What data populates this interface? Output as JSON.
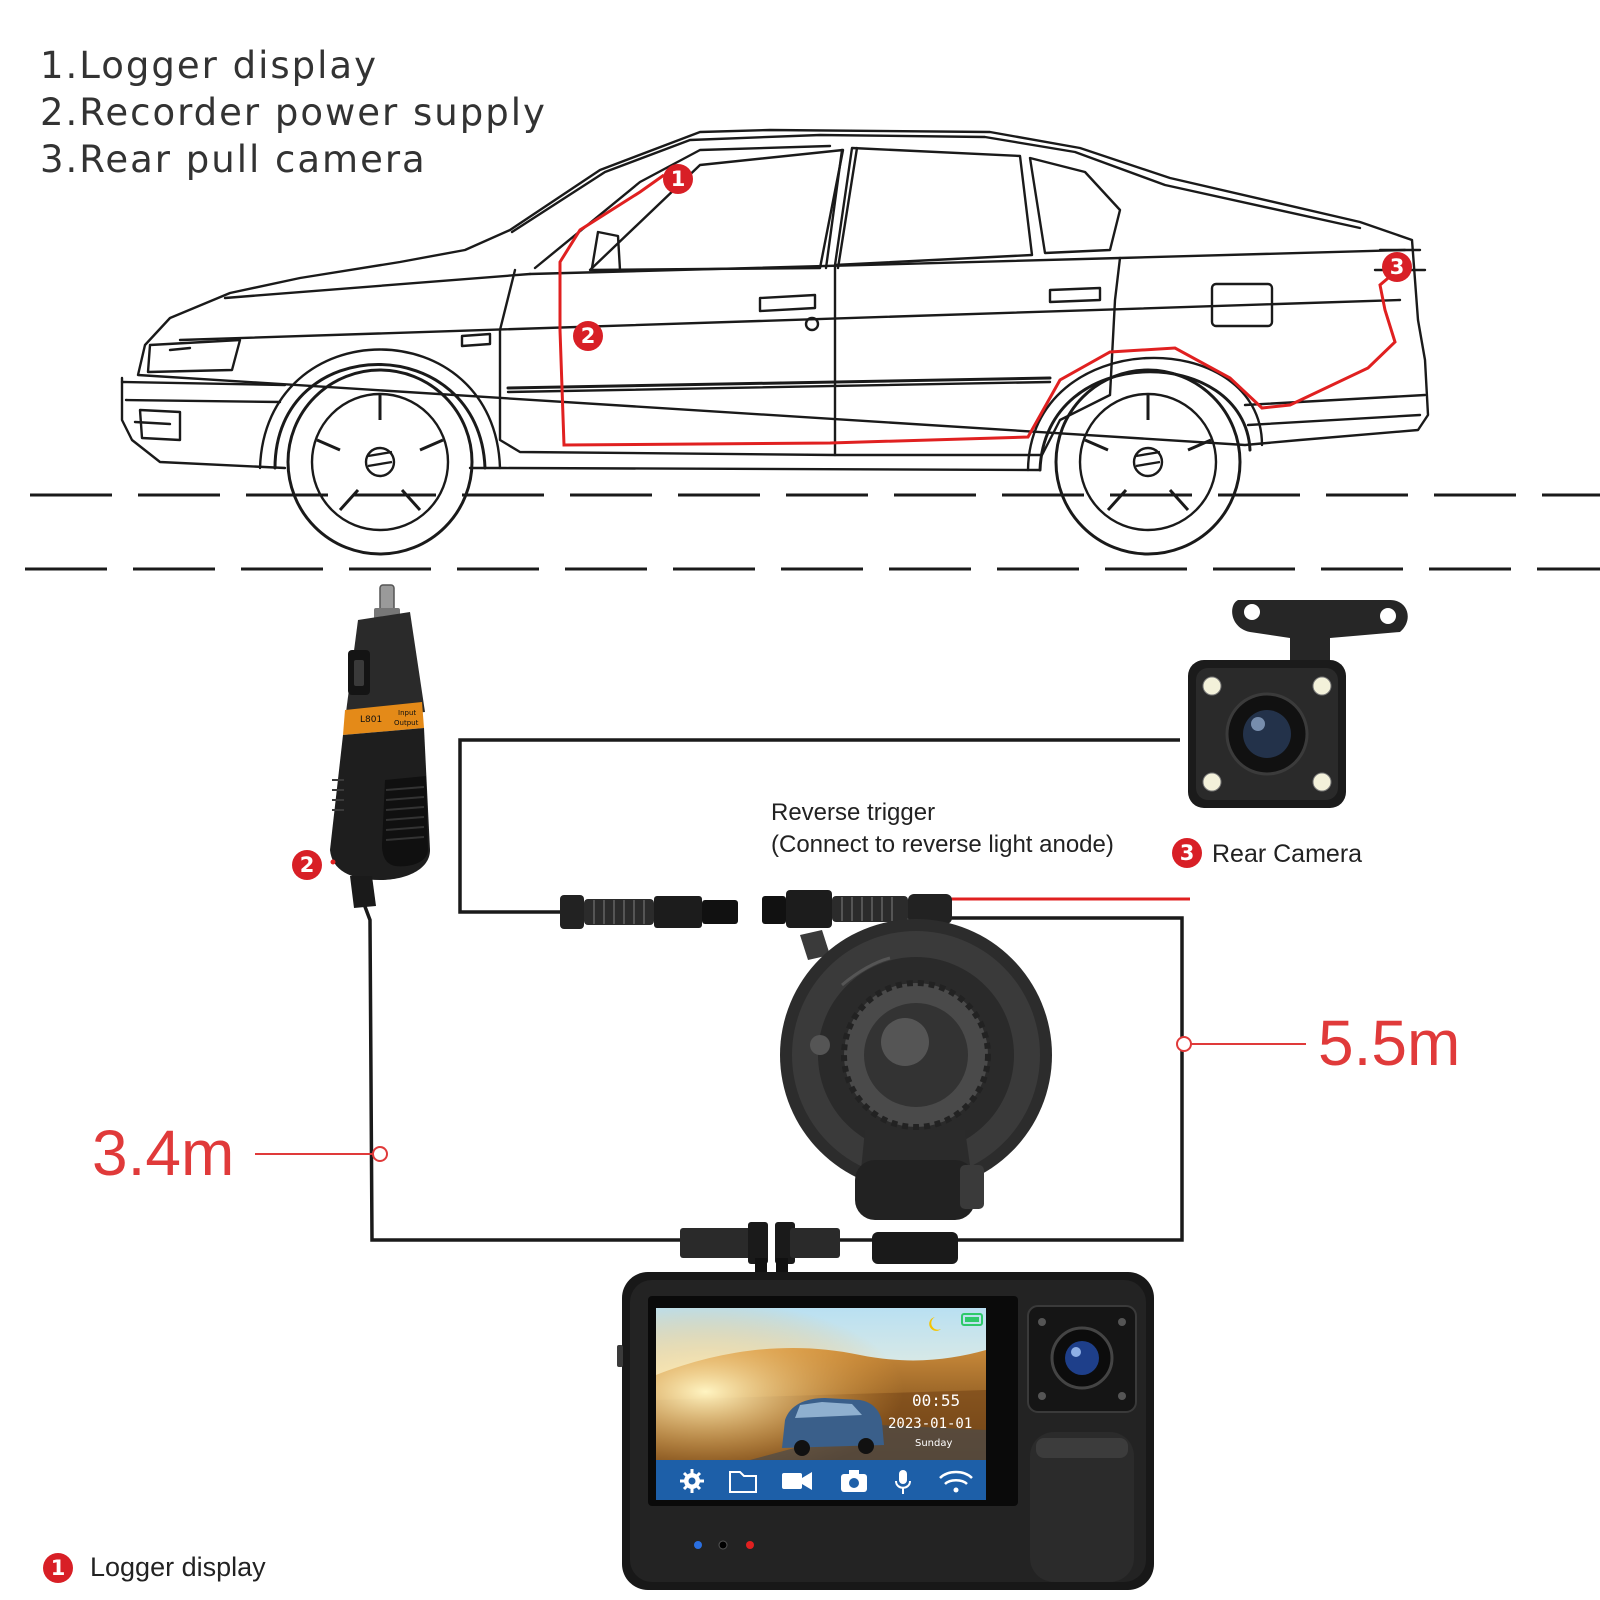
{
  "legend": {
    "items": [
      "1.Logger display",
      "2.Recorder power supply",
      "3.Rear pull camera"
    ]
  },
  "markers": {
    "one": "1",
    "two": "2",
    "three": "3"
  },
  "labels": {
    "reverse_trigger_line1": "Reverse trigger",
    "reverse_trigger_line2": "(Connect to reverse light anode)",
    "rear_camera": "Rear Camera",
    "cable_length_rear": "5.5m",
    "cable_length_power": "3.4m",
    "bottom_legend": "Logger display"
  },
  "dashcam_screen": {
    "time": "00:55",
    "date": "2023-01-01",
    "day": "Sunday"
  },
  "charger_label": {
    "model": "L801",
    "input": "Input",
    "output": "Output"
  },
  "colors": {
    "accent_red": "#d81f26",
    "wire_red": "#e02020",
    "length_red": "#e03a3a",
    "line": "#1a1a1a"
  }
}
